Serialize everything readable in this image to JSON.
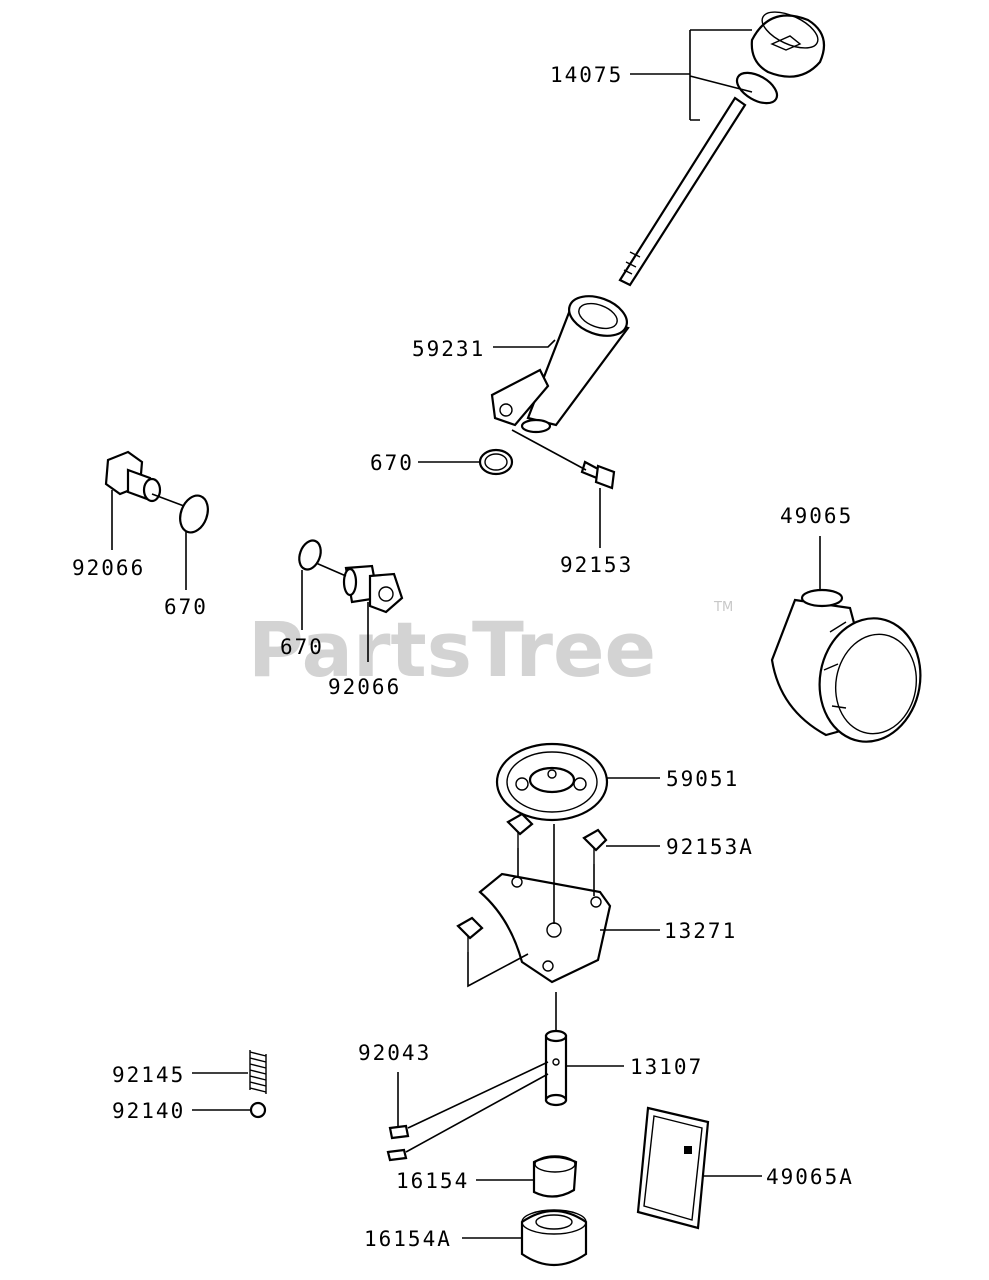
{
  "watermark": {
    "text": "PartsTree",
    "trademark": "TM"
  },
  "callouts": [
    {
      "id": "dipstick",
      "number": "14075"
    },
    {
      "id": "filler-tube",
      "number": "59231"
    },
    {
      "id": "o-ring-tube",
      "number": "670"
    },
    {
      "id": "bolt-tube",
      "number": "92153"
    },
    {
      "id": "plug-left",
      "number": "92066"
    },
    {
      "id": "o-ring-left",
      "number": "670"
    },
    {
      "id": "o-ring-mid",
      "number": "670"
    },
    {
      "id": "plug-mid",
      "number": "92066"
    },
    {
      "id": "oil-filter",
      "number": "49065"
    },
    {
      "id": "gear",
      "number": "59051"
    },
    {
      "id": "bolt-plate",
      "number": "92153A"
    },
    {
      "id": "plate",
      "number": "13271"
    },
    {
      "id": "spring",
      "number": "92145"
    },
    {
      "id": "ball",
      "number": "92140"
    },
    {
      "id": "pin",
      "number": "92043"
    },
    {
      "id": "shaft",
      "number": "13107"
    },
    {
      "id": "rotor-inner",
      "number": "16154"
    },
    {
      "id": "rotor-outer",
      "number": "16154A"
    },
    {
      "id": "filter-element",
      "number": "49065A"
    }
  ]
}
